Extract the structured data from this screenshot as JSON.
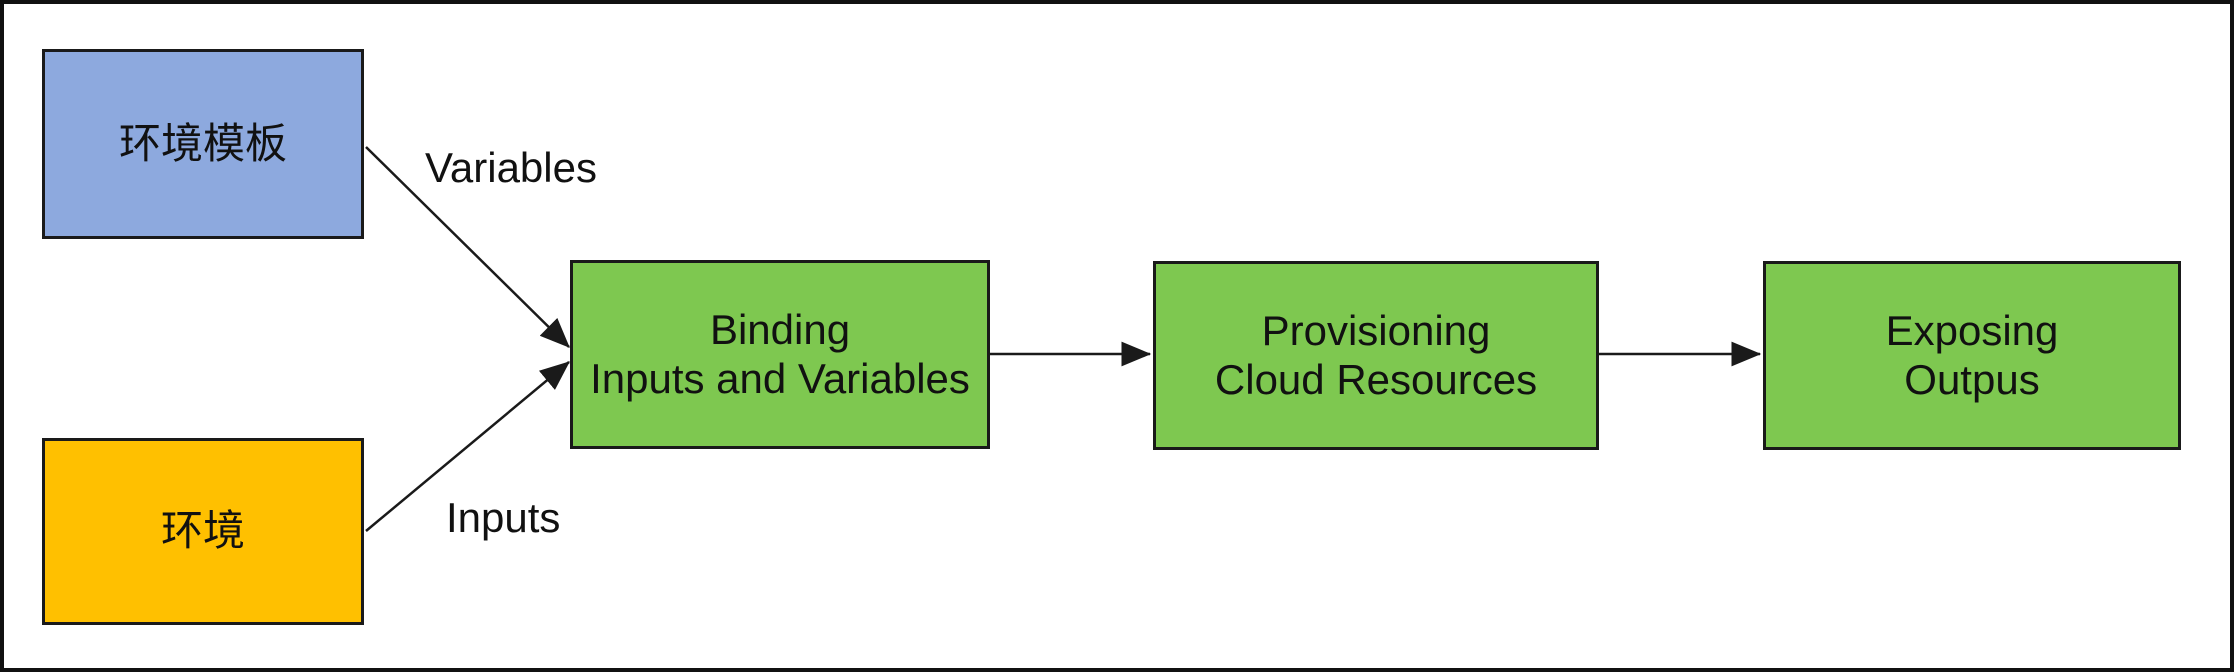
{
  "canvas": {
    "background": "#ffffff",
    "frame_color": "#111111"
  },
  "diagram": {
    "nodes": [
      {
        "id": "env-template",
        "label": "环境模板",
        "fill": "#8DA9DE",
        "border": "#1a1a1a"
      },
      {
        "id": "environment",
        "label": "环境",
        "fill": "#FFC000",
        "border": "#1a1a1a"
      },
      {
        "id": "binding",
        "line1": "Binding",
        "line2": "Inputs and Variables",
        "fill": "#7EC850",
        "border": "#1a1a1a"
      },
      {
        "id": "provisioning",
        "line1": "Provisioning",
        "line2": "Cloud Resources",
        "fill": "#7EC850",
        "border": "#1a1a1a"
      },
      {
        "id": "exposing",
        "line1": "Exposing",
        "line2": "Outpus",
        "fill": "#7EC850",
        "border": "#1a1a1a"
      }
    ],
    "edges": [
      {
        "from": "env-template",
        "to": "binding",
        "label": "Variables"
      },
      {
        "from": "environment",
        "to": "binding",
        "label": "Inputs"
      },
      {
        "from": "binding",
        "to": "provisioning",
        "label": ""
      },
      {
        "from": "provisioning",
        "to": "exposing",
        "label": ""
      }
    ],
    "arrow_color": "#1a1a1a",
    "text_color": "#111111"
  }
}
